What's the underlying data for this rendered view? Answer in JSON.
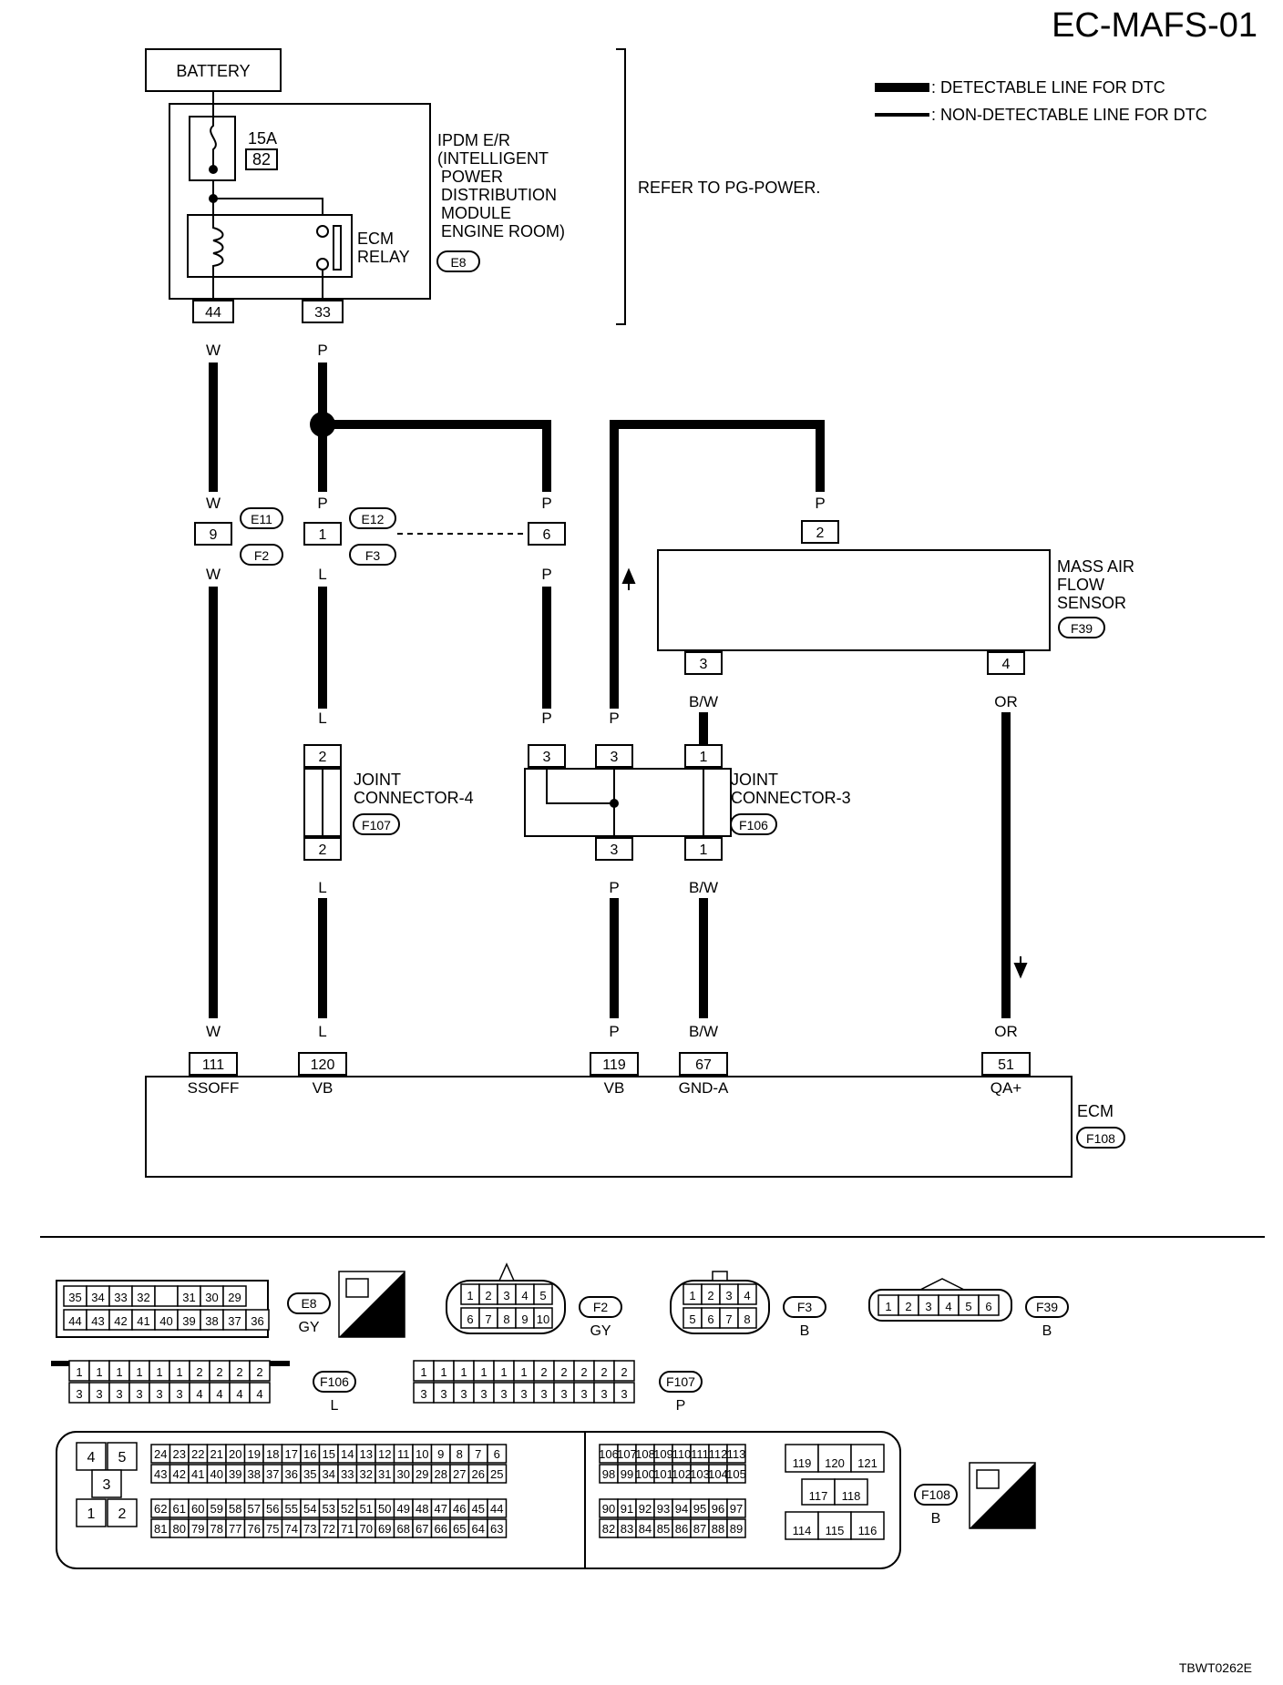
{
  "title": "EC-MAFS-01",
  "code": "TBWT0262E",
  "legend": {
    "detectable": ": DETECTABLE LINE FOR DTC",
    "non_detectable": ": NON-DETECTABLE LINE FOR DTC"
  },
  "battery": "BATTERY",
  "fuse": {
    "amps": "15A",
    "number": "82"
  },
  "ipdm": {
    "lines": [
      "IPDM E/R",
      "(INTELLIGENT",
      "POWER",
      "DISTRIBUTION",
      "MODULE",
      "ENGINE ROOM)"
    ],
    "connector": "E8",
    "relay_lines": [
      "ECM",
      "RELAY"
    ],
    "pins": [
      "44",
      "33"
    ]
  },
  "refer_note": "REFER TO PG-POWER.",
  "wires": {
    "w": "W",
    "p": "P",
    "l": "L",
    "bw": "B/W",
    "or": "OR"
  },
  "harness_connectors": {
    "e11": "E11",
    "f2": "F2",
    "e12": "E12",
    "f3": "F3",
    "pin9": "9",
    "pin1": "1",
    "pin6": "6"
  },
  "maf": {
    "lines": [
      "MASS AIR",
      "FLOW",
      "SENSOR"
    ],
    "connector": "F39",
    "pins": [
      "2",
      "3",
      "4"
    ]
  },
  "joint4": {
    "lines": [
      "JOINT",
      "CONNECTOR-4"
    ],
    "connector": "F107",
    "pins": [
      "2",
      "2"
    ]
  },
  "joint3": {
    "lines": [
      "JOINT",
      "CONNECTOR-3"
    ],
    "connector": "F106",
    "pins": [
      "3",
      "3",
      "1",
      "3",
      "1"
    ]
  },
  "ecm": {
    "label": "ECM",
    "connector": "F108",
    "terminals": [
      {
        "pin": "111",
        "name": "SSOFF"
      },
      {
        "pin": "120",
        "name": "VB"
      },
      {
        "pin": "119",
        "name": "VB"
      },
      {
        "pin": "67",
        "name": "GND-A"
      },
      {
        "pin": "51",
        "name": "QA+"
      }
    ]
  },
  "connector_views": {
    "e8": {
      "id": "E8",
      "color": "GY",
      "top": [
        "35",
        "34",
        "33",
        "32",
        "",
        "31",
        "30",
        "29"
      ],
      "bottom": [
        "44",
        "43",
        "42",
        "41",
        "40",
        "39",
        "38",
        "37",
        "36"
      ]
    },
    "hs": "H.S.",
    "f2": {
      "id": "F2",
      "color": "GY",
      "top": [
        "1",
        "2",
        "3",
        "4",
        "5"
      ],
      "bottom": [
        "6",
        "7",
        "8",
        "9",
        "10"
      ]
    },
    "f3": {
      "id": "F3",
      "color": "B",
      "top": [
        "1",
        "2",
        "3",
        "4"
      ],
      "bottom": [
        "5",
        "6",
        "7",
        "8"
      ]
    },
    "f39": {
      "id": "F39",
      "color": "B",
      "row": [
        "1",
        "2",
        "3",
        "4",
        "5",
        "6"
      ]
    },
    "f106": {
      "id": "F106",
      "color": "L",
      "top": [
        "1",
        "1",
        "1",
        "1",
        "1",
        "1",
        "2",
        "2",
        "2",
        "2"
      ],
      "bottom": [
        "3",
        "3",
        "3",
        "3",
        "3",
        "3",
        "4",
        "4",
        "4",
        "4"
      ]
    },
    "f107": {
      "id": "F107",
      "color": "P",
      "top": [
        "1",
        "1",
        "1",
        "1",
        "1",
        "1",
        "2",
        "2",
        "2",
        "2",
        "2"
      ],
      "bottom": [
        "3",
        "3",
        "3",
        "3",
        "3",
        "3",
        "3",
        "3",
        "3",
        "3",
        "3"
      ]
    },
    "f108": {
      "id": "F108",
      "color": "B",
      "left_block": [
        "4",
        "5",
        "3",
        "1",
        "2"
      ],
      "row1": [
        "24",
        "23",
        "22",
        "21",
        "20",
        "19",
        "18",
        "17",
        "16",
        "15",
        "14",
        "13",
        "12",
        "11",
        "10",
        "9",
        "8",
        "7",
        "6"
      ],
      "row2": [
        "43",
        "42",
        "41",
        "40",
        "39",
        "38",
        "37",
        "36",
        "35",
        "34",
        "33",
        "32",
        "31",
        "30",
        "29",
        "28",
        "27",
        "26",
        "25"
      ],
      "row3": [
        "62",
        "61",
        "60",
        "59",
        "58",
        "57",
        "56",
        "55",
        "54",
        "53",
        "52",
        "51",
        "50",
        "49",
        "48",
        "47",
        "46",
        "45",
        "44"
      ],
      "row4": [
        "81",
        "80",
        "79",
        "78",
        "77",
        "76",
        "75",
        "74",
        "73",
        "72",
        "71",
        "70",
        "69",
        "68",
        "67",
        "66",
        "65",
        "64",
        "63"
      ],
      "mid_row1": [
        "106",
        "107",
        "108",
        "109",
        "110",
        "111",
        "112",
        "113"
      ],
      "mid_row2": [
        "98",
        "99",
        "100",
        "101",
        "102",
        "103",
        "104",
        "105"
      ],
      "mid_row3": [
        "90",
        "91",
        "92",
        "93",
        "94",
        "95",
        "96",
        "97"
      ],
      "mid_row4": [
        "82",
        "83",
        "84",
        "85",
        "86",
        "87",
        "88",
        "89"
      ],
      "right_top": [
        "119",
        "120",
        "121"
      ],
      "right_mid": [
        "117",
        "118"
      ],
      "right_bot": [
        "114",
        "115",
        "116"
      ]
    }
  }
}
